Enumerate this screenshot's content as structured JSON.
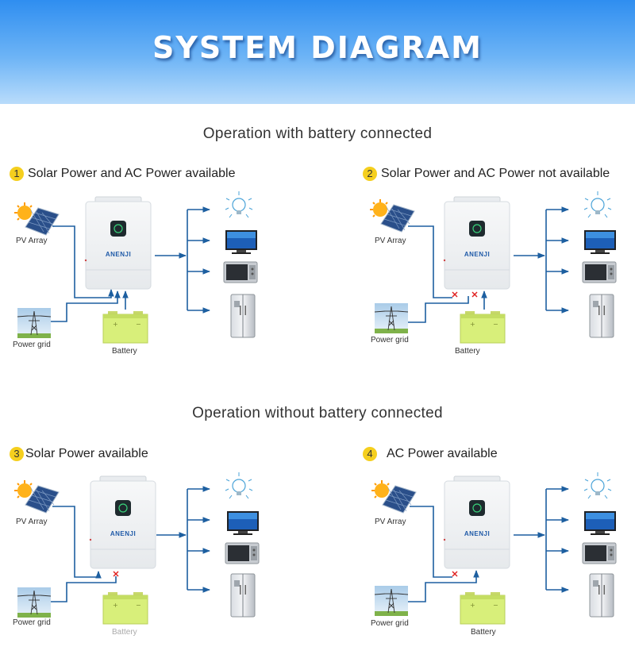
{
  "banner": {
    "title": "SYSTEM DIAGRAM"
  },
  "sections": [
    {
      "title": "Operation with battery connected"
    },
    {
      "title": "Operation without  battery connected"
    }
  ],
  "scenarios": [
    {
      "number": "1",
      "title": "Solar Power and AC Power available",
      "pv_label": "PV Array",
      "grid_label": "Power grid",
      "battery_label": "Battery",
      "brand": "ANENJI"
    },
    {
      "number": "2",
      "title": "Solar Power and AC Power not available",
      "pv_label": "PV Array",
      "grid_label": "Power grid",
      "battery_label": "Battery",
      "brand": "ANENJI"
    },
    {
      "number": "3",
      "title": "Solar Power available",
      "pv_label": "PV Array",
      "grid_label": "Power grid",
      "battery_label": "Battery",
      "brand": "ANENJI"
    },
    {
      "number": "4",
      "title": "AC Power available",
      "pv_label": "PV Array",
      "grid_label": "Power grid",
      "battery_label": "Battery",
      "brand": "ANENJI"
    }
  ],
  "colors": {
    "line": "#1d5fa0",
    "cross": "#e02020",
    "battery": "#d8ef7a",
    "badge": "#f5cf1e"
  }
}
